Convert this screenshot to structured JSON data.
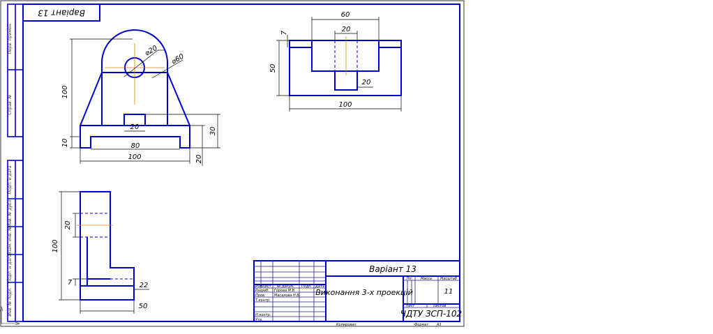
{
  "colors": {
    "outline": "#0000cc",
    "dimension": "#000000",
    "axis": "#cc8800",
    "grid": "#1a1a88"
  },
  "drawing": {
    "variant_rotated_label": "Варіант 13",
    "front_view": {
      "dims": {
        "d20": "⌀20",
        "r60": "⌀60",
        "h100": "100",
        "base10": "10",
        "slot20": "20",
        "slot80": "80",
        "width100": "100",
        "h30": "30",
        "h20": "20"
      }
    },
    "top_view": {
      "dims": {
        "w60": "60",
        "w20": "20",
        "h7": "7",
        "h50": "50",
        "inner20": "20",
        "w100": "100"
      }
    },
    "side_view": {
      "dims": {
        "h20": "20",
        "h100": "100",
        "h7": "7",
        "w22": "22",
        "w50": "50"
      }
    },
    "title_block": {
      "variant": "Варіант 13",
      "title": "Виконання 3-х проекцій",
      "sheet_number": "11",
      "org": "ЧДТУ ЗСП-102",
      "col_lit": "Літ.",
      "col_mass": "Масса",
      "col_scale": "Масштаб",
      "col_sheet": "Лист",
      "col_sheets": "Листов",
      "row_change": "Изм",
      "row_list": "Лист",
      "row_doc": "№ докум.",
      "row_sign": "Подп.",
      "row_date": "Дата",
      "row_dev": "Разраб.",
      "dev_name": "Горова М.В.",
      "row_check": "Пров.",
      "check_name": "Масалова Н.Б.",
      "row_tcontrol": "Т.контр.",
      "row_ncontrol": "Н.контр.",
      "row_approve": "Утв.",
      "copied": "Копировал",
      "format": "Формат",
      "format_value": "А3"
    },
    "left_strip": {
      "labels": [
        "Перв. примен.",
        "Справ. №",
        "Подп. и дата",
        "Инв. № дубл.",
        "Взам. инв. №",
        "Подп. и дата",
        "Инв. № подл."
      ]
    }
  }
}
